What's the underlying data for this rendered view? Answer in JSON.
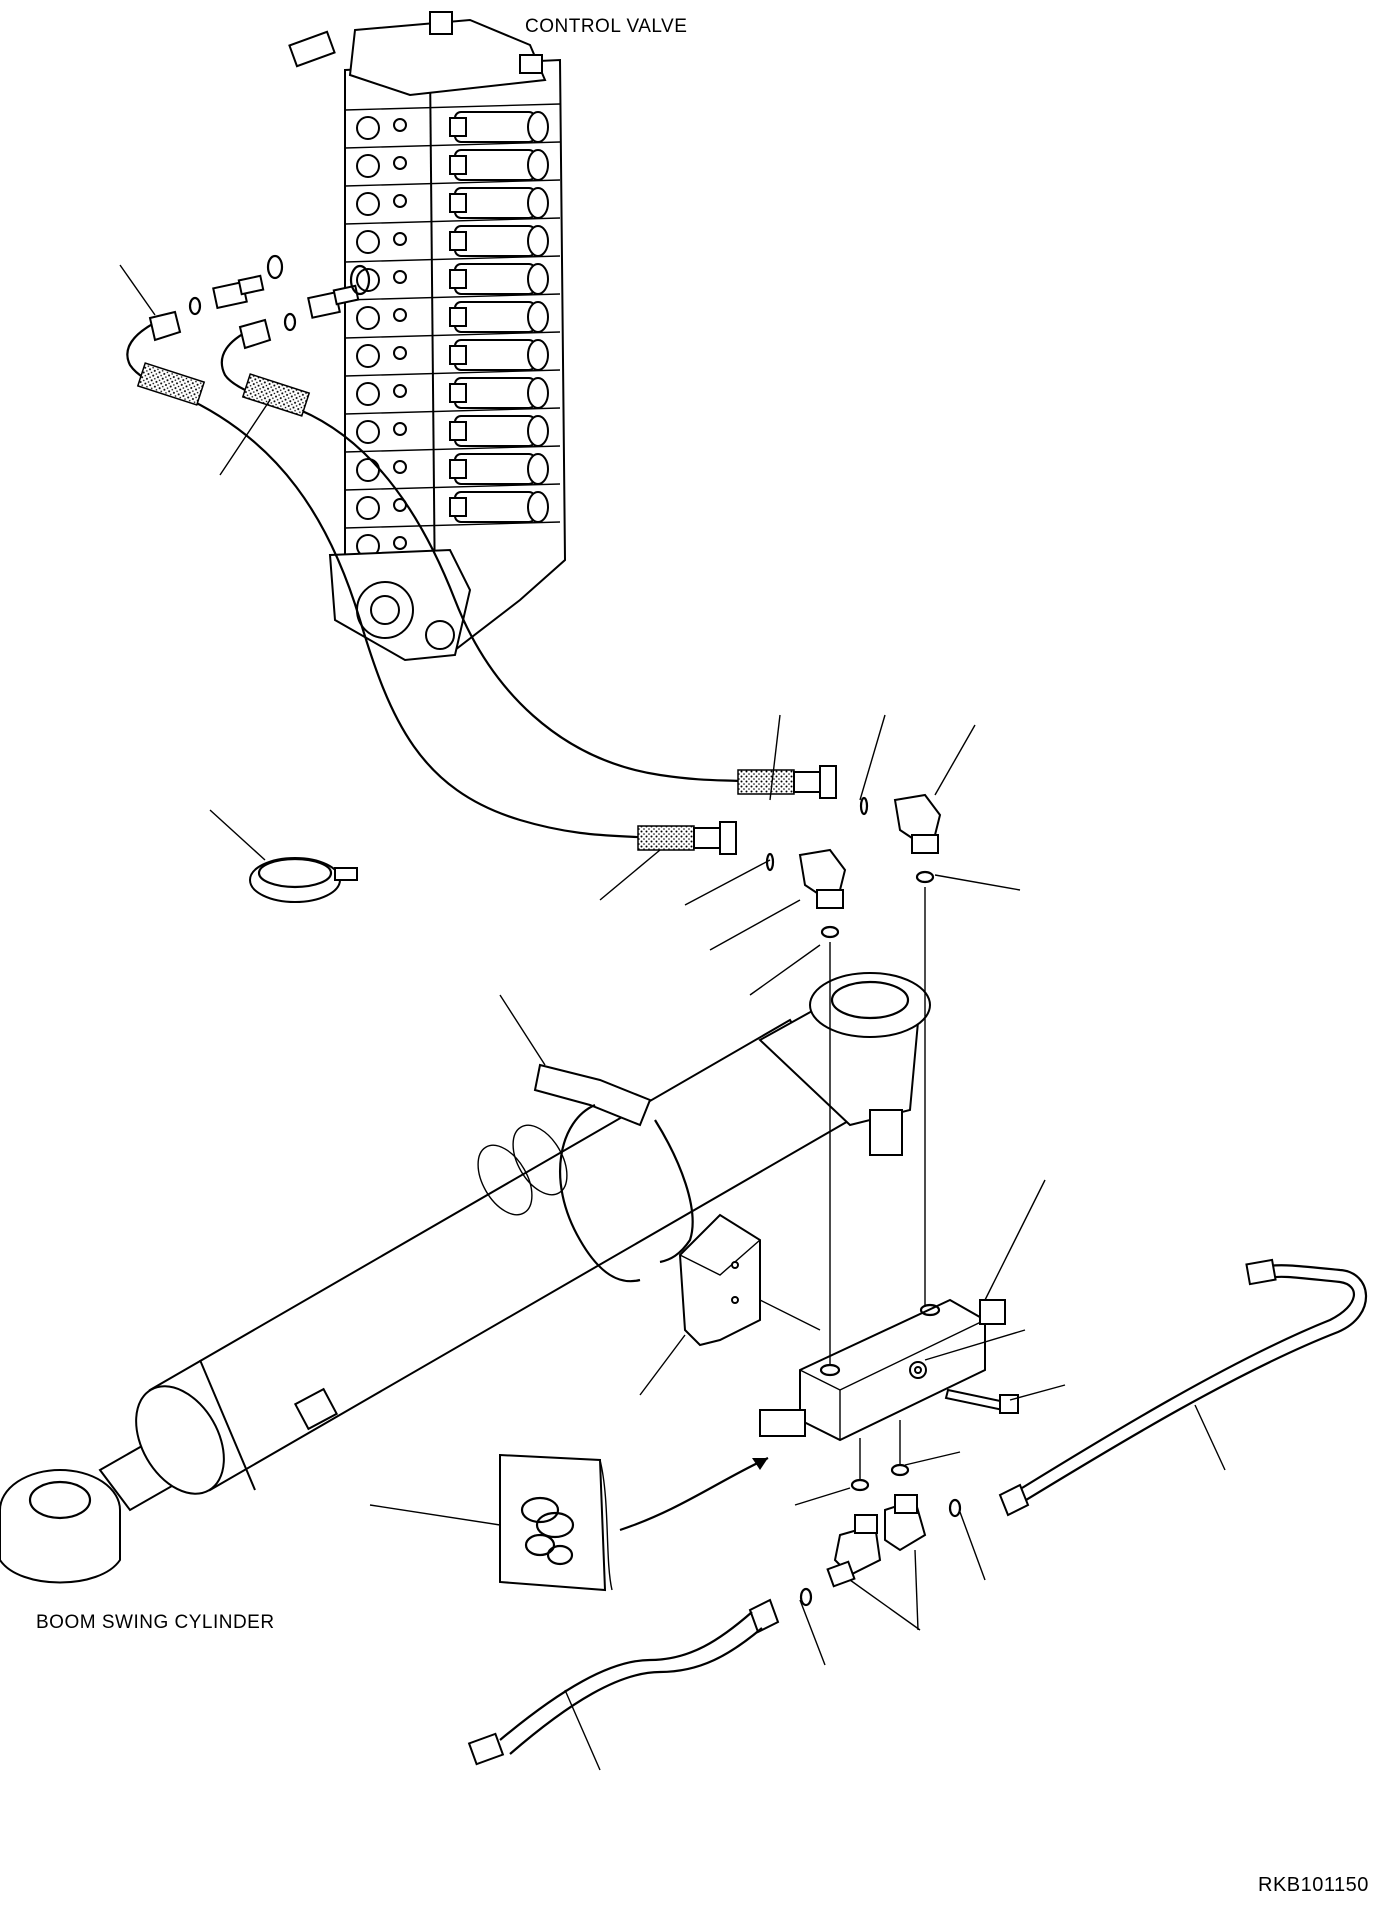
{
  "labels": {
    "control_valve": "CONTROL VALVE",
    "boom_swing_cylinder": "BOOM SWING CYLINDER",
    "drawing_code": "RKB101150"
  }
}
